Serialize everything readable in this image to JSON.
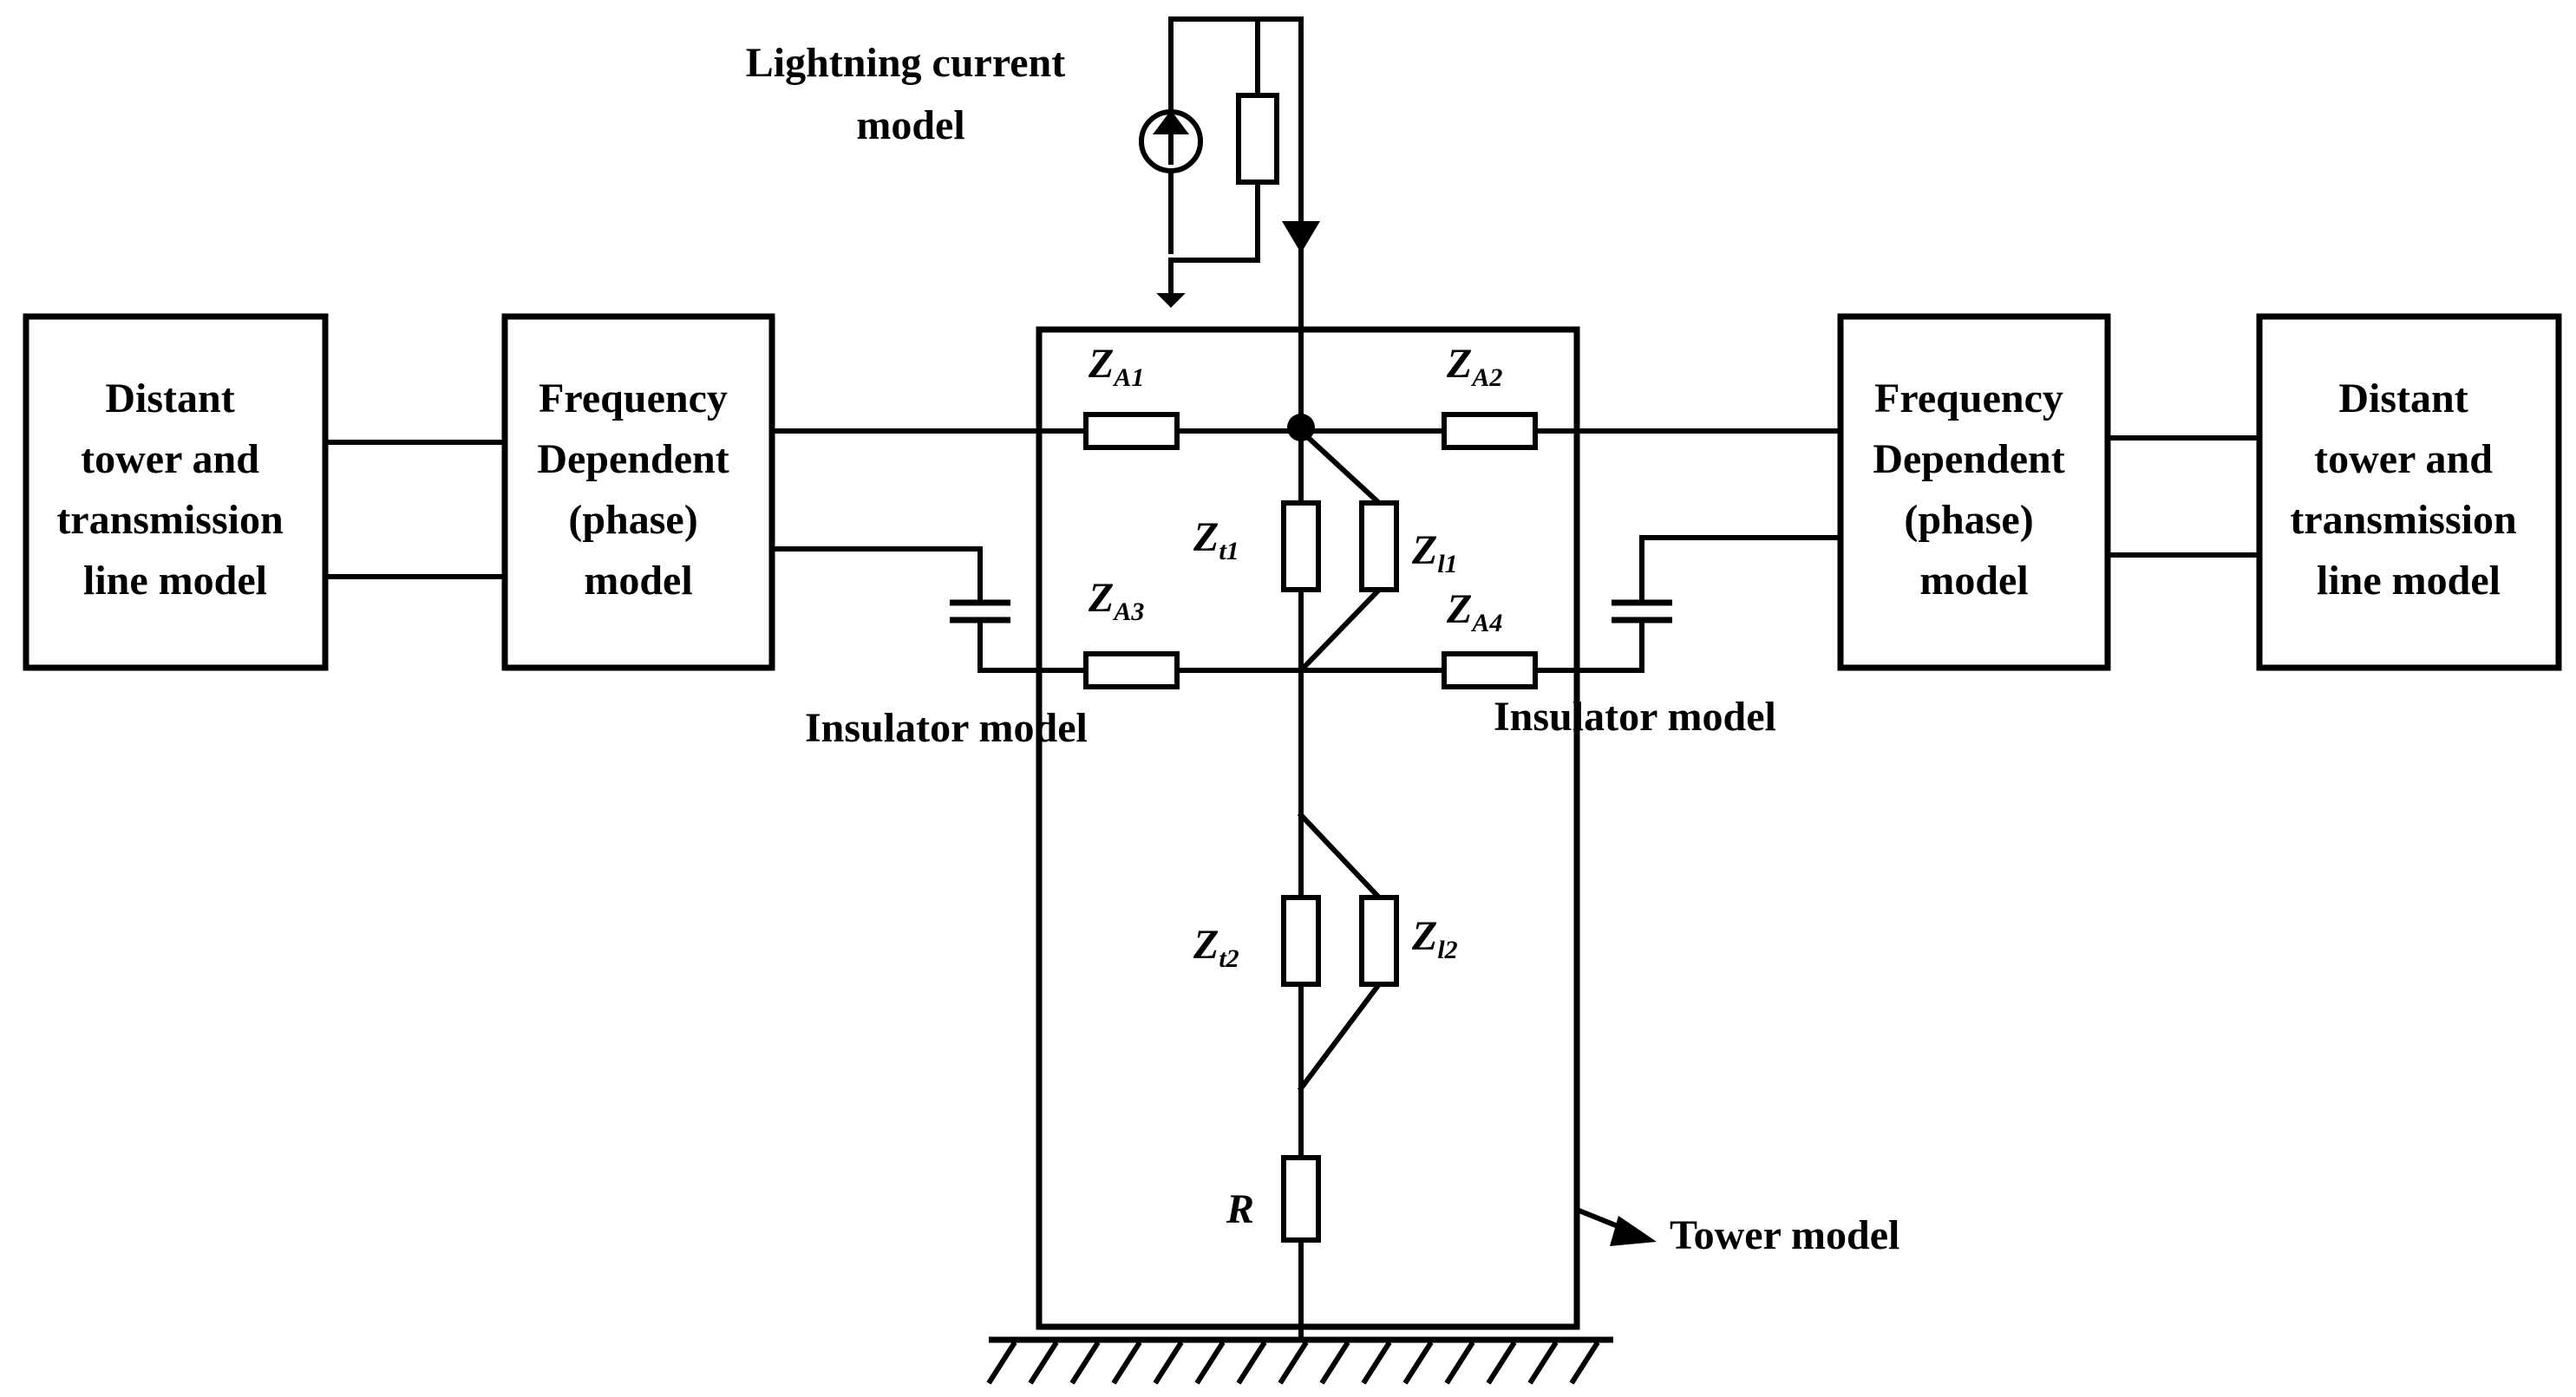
{
  "blocks": {
    "left_distant": [
      "Distant",
      "tower and",
      "transmission",
      "line model"
    ],
    "left_fd": [
      "Frequency",
      "Dependent",
      "(phase)",
      "model"
    ],
    "right_fd": [
      "Frequency",
      "Dependent",
      "(phase)",
      "model"
    ],
    "right_distant": [
      "Distant",
      "tower and",
      "transmission",
      "line model"
    ]
  },
  "labels": {
    "lightning": [
      "Lightning current",
      "model"
    ],
    "insulator_left": "Insulator model",
    "insulator_right": "Insulator model",
    "tower": "Tower model"
  },
  "impedances": {
    "za1": {
      "main": "Z",
      "sub": "A1"
    },
    "za2": {
      "main": "Z",
      "sub": "A2"
    },
    "za3": {
      "main": "Z",
      "sub": "A3"
    },
    "za4": {
      "main": "Z",
      "sub": "A4"
    },
    "zt1": {
      "main": "Z",
      "sub": "t1"
    },
    "zl1": {
      "main": "Z",
      "sub": "l1"
    },
    "zt2": {
      "main": "Z",
      "sub": "t2"
    },
    "zl2": {
      "main": "Z",
      "sub": "l2"
    },
    "r": {
      "main": "R",
      "sub": ""
    }
  }
}
